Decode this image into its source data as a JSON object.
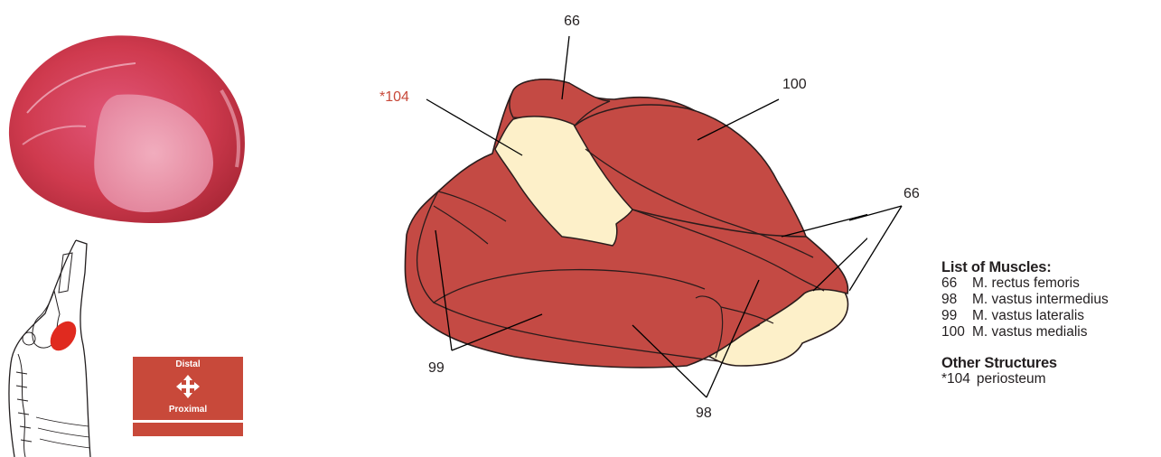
{
  "colors": {
    "muscle": "#c44a44",
    "muscle_dark": "#a93832",
    "periosteum": "#fdf0c9",
    "outline": "#2a1c1c",
    "callout_highlight": "#c8493a",
    "orientation_box": "#c8493a",
    "meat_photo": "#cf3a4e"
  },
  "orientation": {
    "top_label": "Distal",
    "bottom_label": "Proximal",
    "icon": "four-way-arrow-icon"
  },
  "callouts": {
    "label_104": "*104",
    "label_66_top": "66",
    "label_100": "100",
    "label_66_right": "66",
    "label_99": "99",
    "label_98": "98"
  },
  "legend": {
    "muscles_title": "List of Muscles:",
    "muscles": [
      {
        "num": "66",
        "name": "M. rectus femoris"
      },
      {
        "num": "98",
        "name": "M. vastus intermedius"
      },
      {
        "num": "99",
        "name": "M. vastus lateralis"
      },
      {
        "num": "100",
        "name": "M. vastus medialis"
      }
    ],
    "other_title": "Other Structures",
    "other": [
      {
        "num": "*104",
        "name": "periosteum"
      }
    ]
  }
}
